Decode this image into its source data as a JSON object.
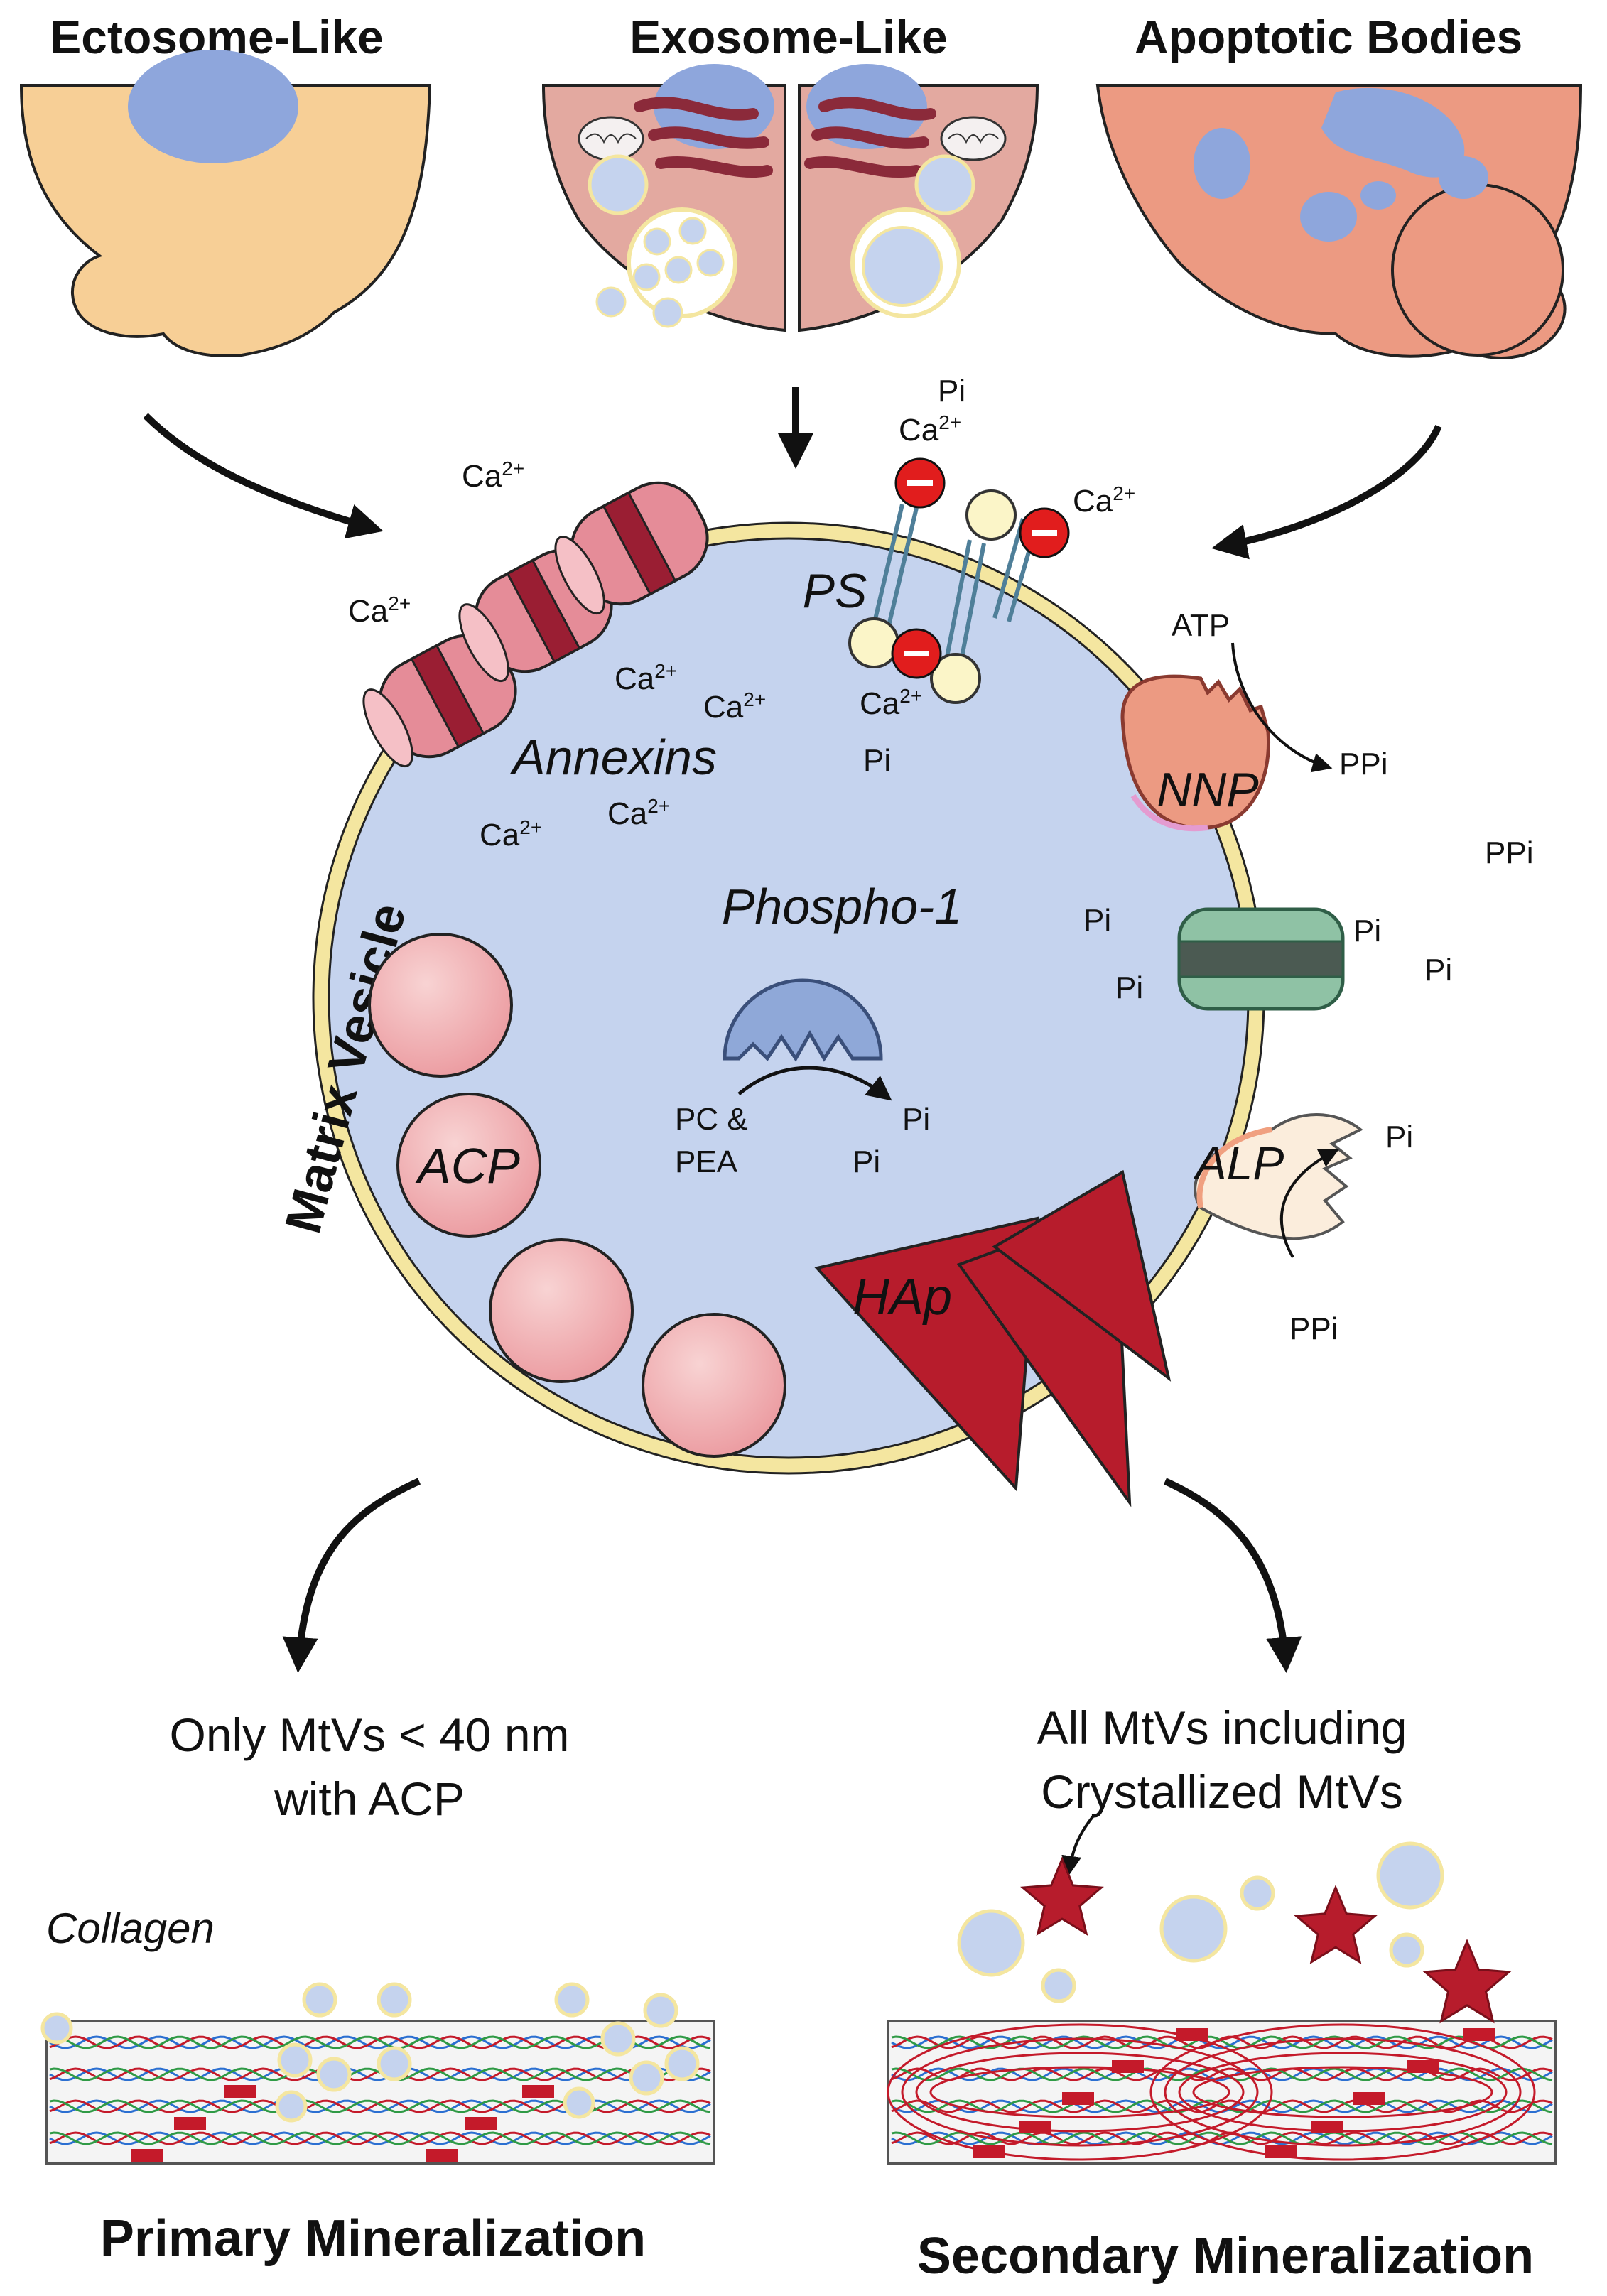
{
  "headers": {
    "ectosome": "Ectosome-Like",
    "exosome": "Exosome-Like",
    "apoptotic": "Apoptotic Bodies"
  },
  "vesicle": {
    "title": "Matrix Vesicle",
    "annexins": "Annexins",
    "ps": "PS",
    "phospho": "Phospho-1",
    "nnp": "NNP",
    "alp": "ALP",
    "acp": "ACP",
    "hap": "HAp",
    "atp": "ATP",
    "pc_line1": "PC &",
    "pc_line2": "PEA"
  },
  "ions": {
    "ca": "Ca",
    "ca_sup": "2+",
    "pi": "Pi",
    "ppi": "PPi"
  },
  "bottom": {
    "left_caption_1": "Only MtVs < 40 nm",
    "left_caption_2": "with ACP",
    "right_caption_1": "All MtVs including",
    "right_caption_2": "Crystallized MtVs",
    "collagen": "Collagen",
    "primary": "Primary Mineralization",
    "secondary": "Secondary Mineralization"
  },
  "colors": {
    "vesicle_fill": "#c5d3ee",
    "membrane": "#f4e6a0",
    "ectosome": "#f7cf96",
    "exosome": "#e3a9a0",
    "apoptotic": "#ec9a82",
    "nucleus": "#8ea6dc",
    "crimson": "#b71c2c",
    "pink": "#f2b6b9"
  }
}
